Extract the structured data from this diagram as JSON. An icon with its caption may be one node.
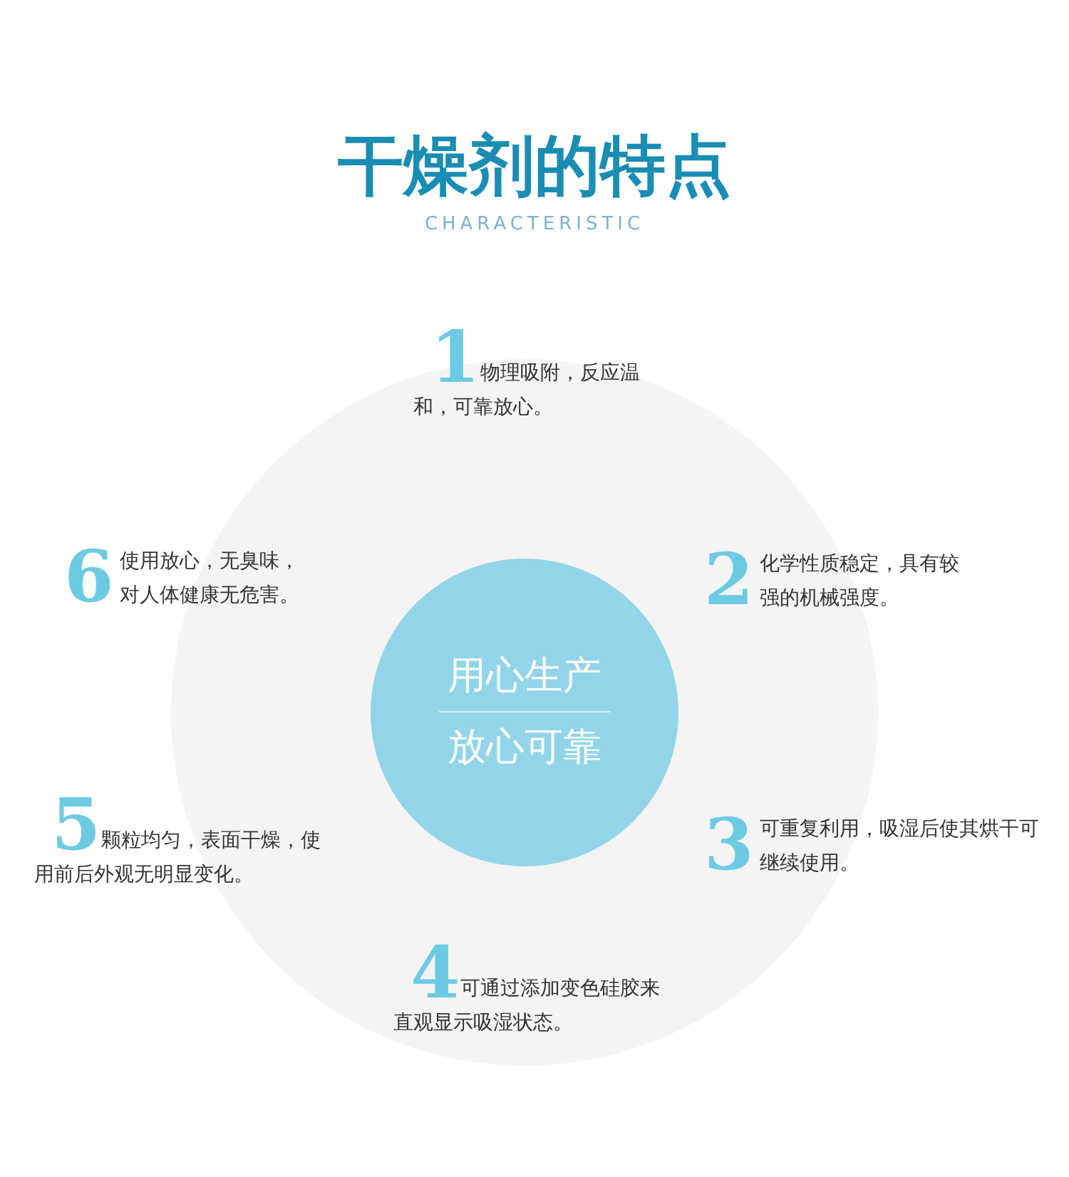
{
  "diagram": {
    "title": "干燥剂的特点",
    "nodes": [
      {
        "text": [
          "用心生产",
          "放心可靠"
        ]
      }
    ],
    "labels": [
      "CHARACTERISTIC",
      "1",
      "物理吸附，反应温和，可靠放心。",
      "6",
      "使用放心，无臭味，对人体健康无危害。",
      "2",
      "化学性质稳定，具有较强的机械强度。",
      "5",
      "颗粒均匀，表面干燥，使用前后外观无明显变化。",
      "3",
      "可重复利用，吸湿后使其烘干可继续使用。",
      "4",
      "可通过添加变色硅胶来直观显示吸湿状态。"
    ]
  }
}
